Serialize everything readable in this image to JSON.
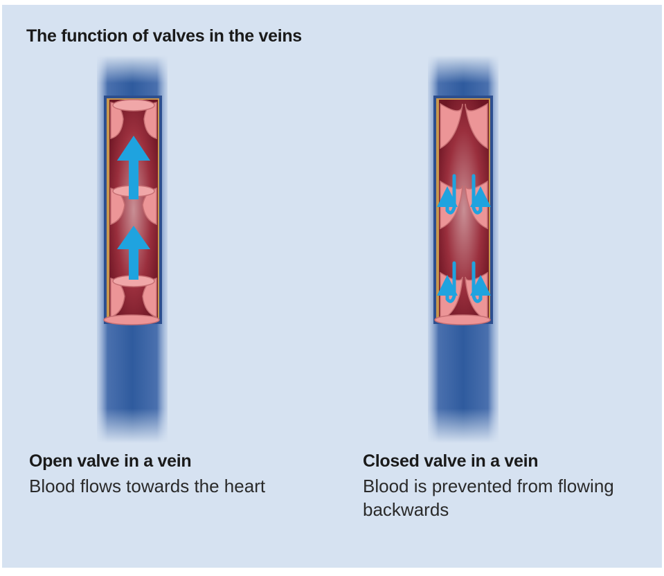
{
  "title": "The function of valves in the veins",
  "left_panel": {
    "heading": "Open valve in a vein",
    "description": "Blood flows towards the heart"
  },
  "right_panel": {
    "heading": "Closed valve in a vein",
    "description_line1": "Blood is prevented from flowing",
    "description_line2": "backwards"
  },
  "colors": {
    "background": "#d6e2f1",
    "vein_outer": "#3f67a8",
    "vein_inner": "#8a1f2e",
    "valve": "#e88c8e",
    "arrow": "#1fa3df"
  },
  "icons": {
    "flow_arrow": "arrow-up-icon",
    "backflow_arrow": "curved-arrow-icon"
  }
}
